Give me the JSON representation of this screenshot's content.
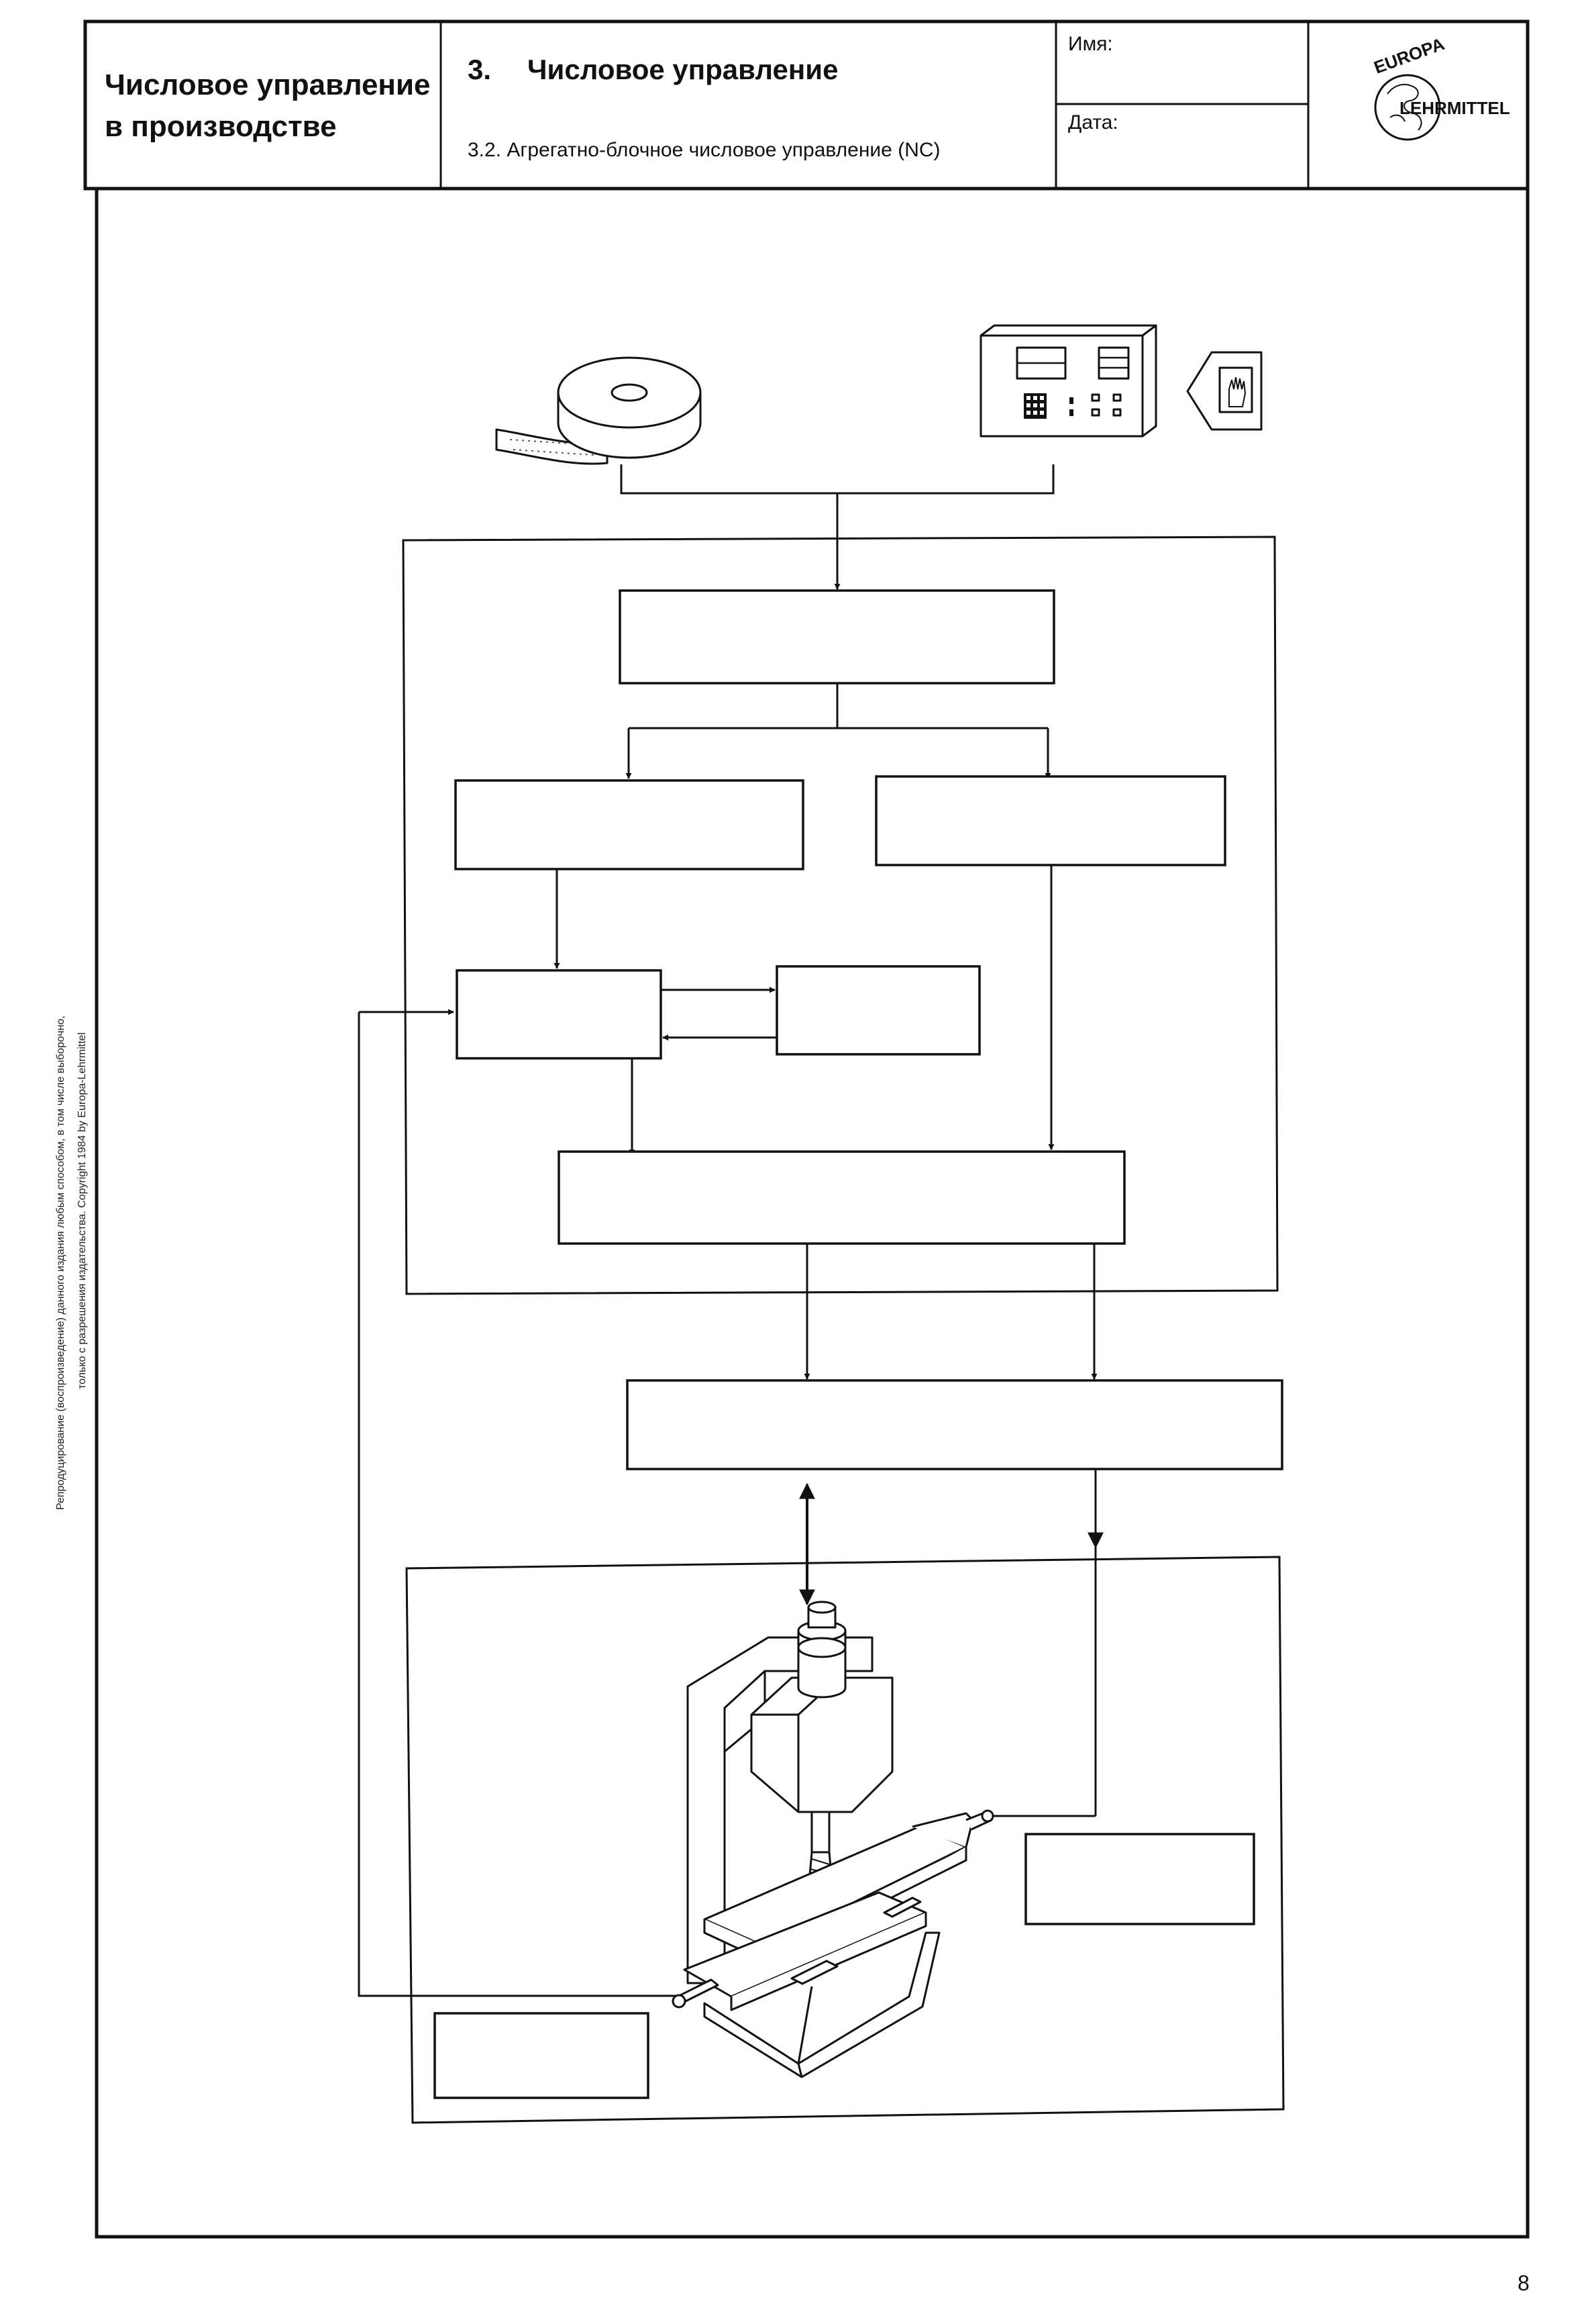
{
  "header": {
    "subject": [
      "Числовое управление",
      "в производстве"
    ],
    "chapter_number": "3.",
    "chapter_title": "Числовое управление",
    "section": "3.2.   Агрегатно-блочное числовое управление (NC)",
    "name_label": "Имя:",
    "date_label": "Дата:",
    "logo_top": "EUROPA",
    "logo_bottom": "LEHRMITTEL"
  },
  "side_note": [
    "Репродуцирование (воспроизведение) данного издания любым способом, в том числе выборочно,",
    "только с разрешения издательства. Copyright 1984 by Europa-Lehrmittel"
  ],
  "page_number": "8",
  "icons": {
    "tape": "punched-tape-reel-icon",
    "panel": "control-panel-icon",
    "manual": "manual-input-hand-icon",
    "machine": "milling-machine-icon"
  }
}
